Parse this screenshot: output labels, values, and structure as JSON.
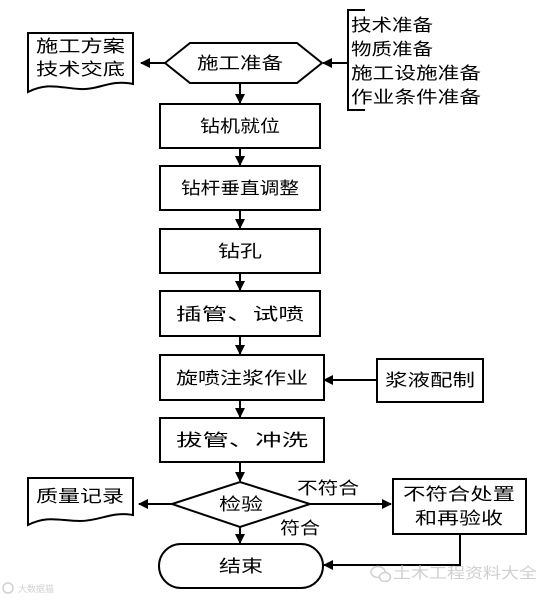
{
  "diagram": {
    "prep": "施工准备",
    "prep_items": [
      "技术准备",
      "物质准备",
      "施工设施准备",
      "作业条件准备"
    ],
    "doc_plan": [
      "施工方案",
      "技术交底"
    ],
    "steps": [
      "钻机就位",
      "钻杆垂直调整",
      "钻孔",
      "插管、试喷",
      "旋喷注浆作业",
      "拔管、冲洗"
    ],
    "slurry": "浆液配制",
    "check": "检验",
    "quality": "质量记录",
    "not_ok": "不符合",
    "ok": "符合",
    "rework": [
      "不符合处置",
      "和再验收"
    ],
    "end": "结束"
  },
  "watermark": {
    "left": "大数据猫",
    "right": "土木工程资料大全"
  }
}
